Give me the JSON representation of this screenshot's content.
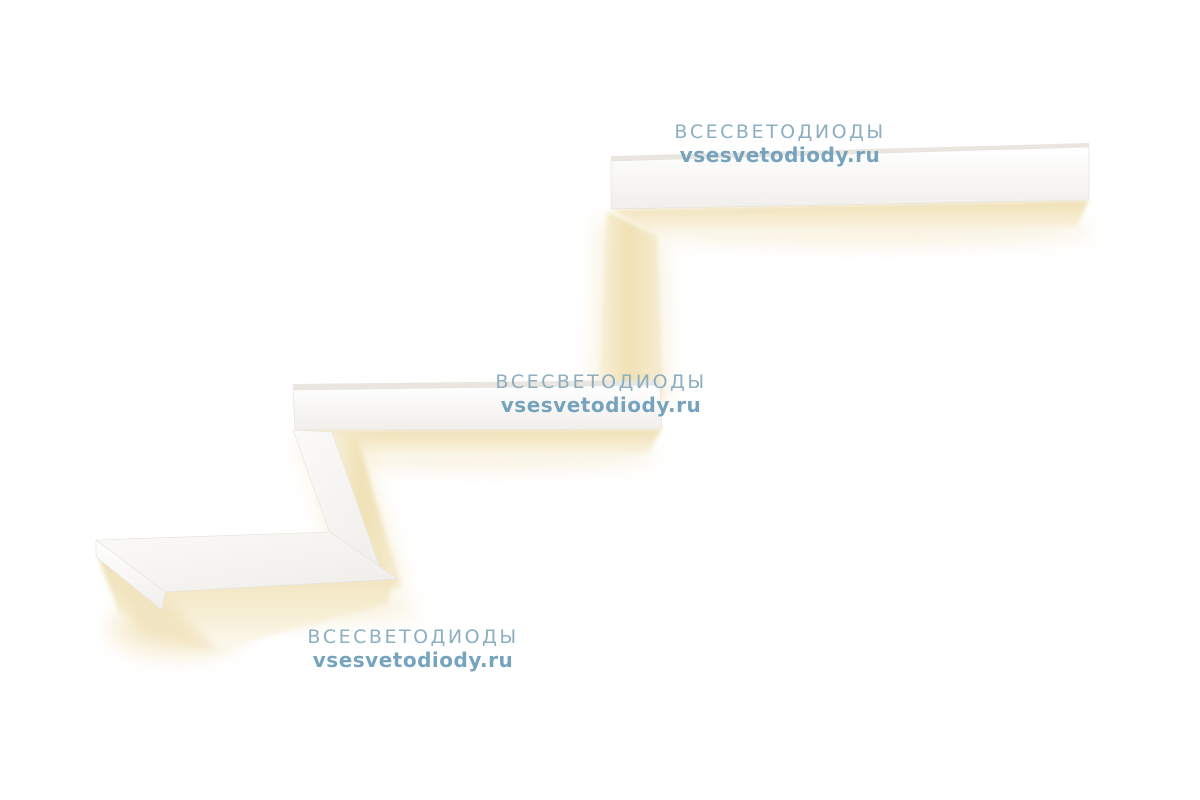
{
  "page": {
    "background_color": "#ffffff"
  },
  "product": {
    "kind": "zigzag-led-light-fixture",
    "body_color": "#ffffff",
    "glow_color": "#f2e3ba",
    "segments": [
      "top-bar",
      "upper-connector",
      "middle-bar",
      "lower-connector",
      "bottom-bar"
    ]
  },
  "watermark": {
    "brand": "ВСЕСВЕТОДИОДЫ",
    "site": "vsesvetodiody.ru",
    "color": "#76a3bd",
    "count": 3
  }
}
